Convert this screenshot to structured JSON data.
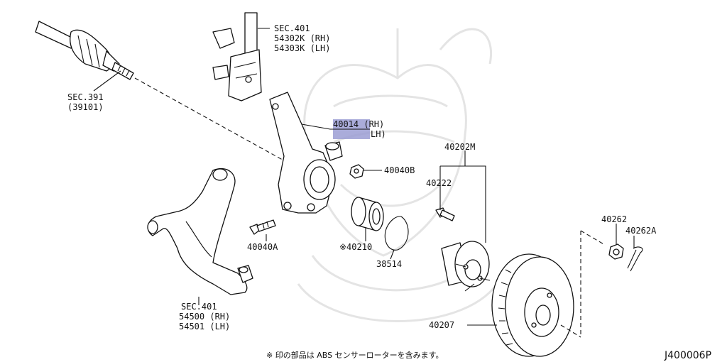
{
  "colors": {
    "line": "#111111",
    "highlight": "#9b9ed4",
    "watermark": "#e4e4e4",
    "background": "#ffffff"
  },
  "labels": {
    "sec401_top": {
      "sec": "SEC.401",
      "rh": "54302K (RH)",
      "lh": "54303K (LH)"
    },
    "sec391": {
      "sec": "SEC.391",
      "ref": "(39101)"
    },
    "knuckle": {
      "rh": "40014 (RH)",
      "lh": "LH)"
    },
    "nut_40040b": "40040B",
    "bolt_40040a": "40040A",
    "bearing": "※40210",
    "snap_ring": "38514",
    "hub_group": "40202M",
    "hub_bolt": "40222",
    "nut_40262": "40262",
    "pin_40262a": "40262A",
    "sec401_bottom": {
      "sec": "SEC.401",
      "rh": "54500 (RH)",
      "lh": "54501 (LH)"
    },
    "rotor": "40207"
  },
  "footnote": "※ 印の部品は ABS センサーローターを含みます。",
  "diagram_code": "J400006P"
}
